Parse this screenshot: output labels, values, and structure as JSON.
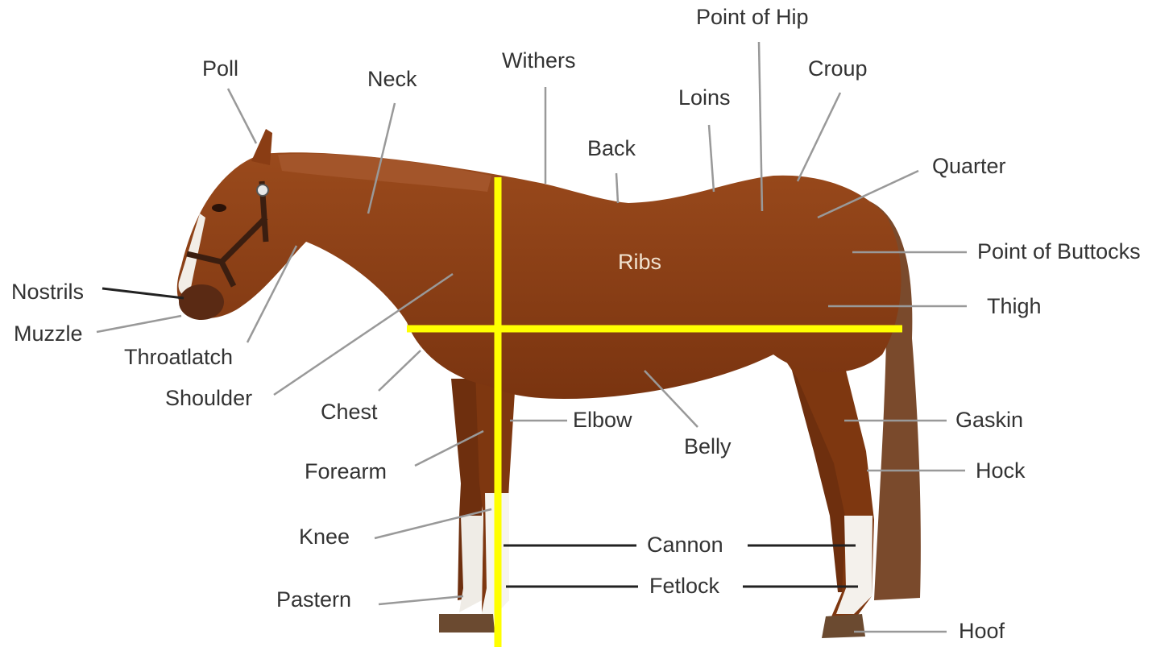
{
  "labels": {
    "poll": "Poll",
    "neck": "Neck",
    "withers": "Withers",
    "point_of_hip": "Point of Hip",
    "croup": "Croup",
    "loins": "Loins",
    "back": "Back",
    "quarter": "Quarter",
    "point_of_buttocks": "Point of Buttocks",
    "ribs": "Ribs",
    "thigh": "Thigh",
    "nostrils": "Nostrils",
    "muzzle": "Muzzle",
    "throatlatch": "Throatlatch",
    "shoulder": "Shoulder",
    "chest": "Chest",
    "elbow": "Elbow",
    "belly": "Belly",
    "gaskin": "Gaskin",
    "forearm": "Forearm",
    "hock": "Hock",
    "knee": "Knee",
    "cannon": "Cannon",
    "fetlock": "Fetlock",
    "pastern": "Pastern",
    "hoof": "Hoof"
  },
  "colors": {
    "coat": "#8a3d14",
    "guide_lines": "#ffff00",
    "leader_lines": "#999999",
    "text": "#333333",
    "ribs_text": "#f1e2cf"
  }
}
